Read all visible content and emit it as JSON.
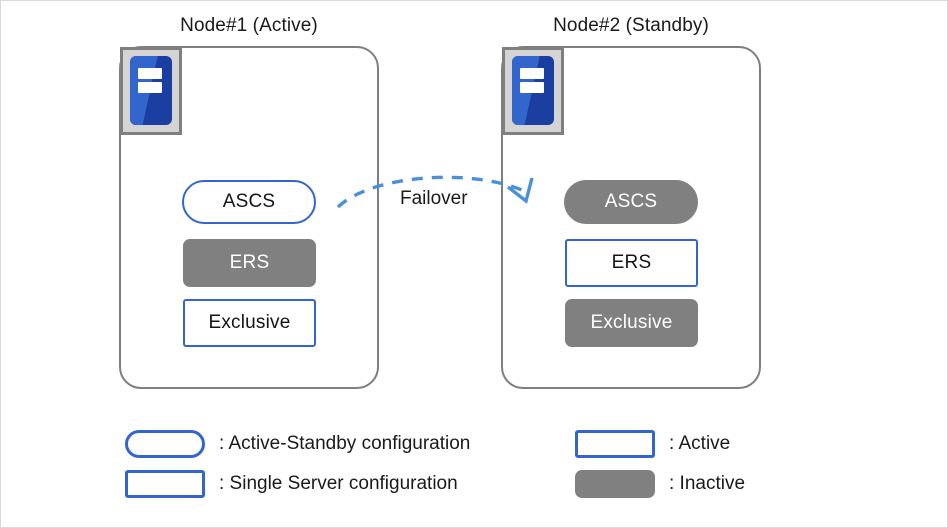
{
  "diagram": {
    "title_hidden": "",
    "colors": {
      "active_border": "#3366cc",
      "inactive_fill": "#808080",
      "node_border": "#7f7f7f",
      "arrow": "#4a90d9",
      "icon_screen_dark": "#1a3fa0",
      "icon_screen_light": "#3366cc",
      "icon_bezel": "#d4d4d4",
      "page_border": "#d9d9d9",
      "text": "#1a1a1a"
    }
  },
  "nodes": [
    {
      "id": "node1",
      "title": "Node#1 (Active)",
      "icon_name": "server-icon",
      "services": [
        {
          "label": "ASCS",
          "shape": "pill",
          "state": "active"
        },
        {
          "label": "ERS",
          "shape": "softrect",
          "state": "inactive"
        },
        {
          "label": "Exclusive",
          "shape": "rect",
          "state": "active"
        }
      ]
    },
    {
      "id": "node2",
      "title": "Node#2 (Standby)",
      "icon_name": "server-icon",
      "services": [
        {
          "label": "ASCS",
          "shape": "pill",
          "state": "inactive"
        },
        {
          "label": "ERS",
          "shape": "rect",
          "state": "active"
        },
        {
          "label": "Exclusive",
          "shape": "softrect",
          "state": "inactive"
        }
      ]
    }
  ],
  "failover": {
    "label": "Failover",
    "style": "dashed-curved-arrow",
    "direction": "node1-to-node2"
  },
  "legend": {
    "left": [
      {
        "swatch": "pill-outline",
        "text": ": Active-Standby configuration"
      },
      {
        "swatch": "rect-outline",
        "text": ": Single Server configuration"
      }
    ],
    "right": [
      {
        "swatch": "rect-outline",
        "text": ": Active"
      },
      {
        "swatch": "rect-filled",
        "text": ": Inactive"
      }
    ]
  }
}
